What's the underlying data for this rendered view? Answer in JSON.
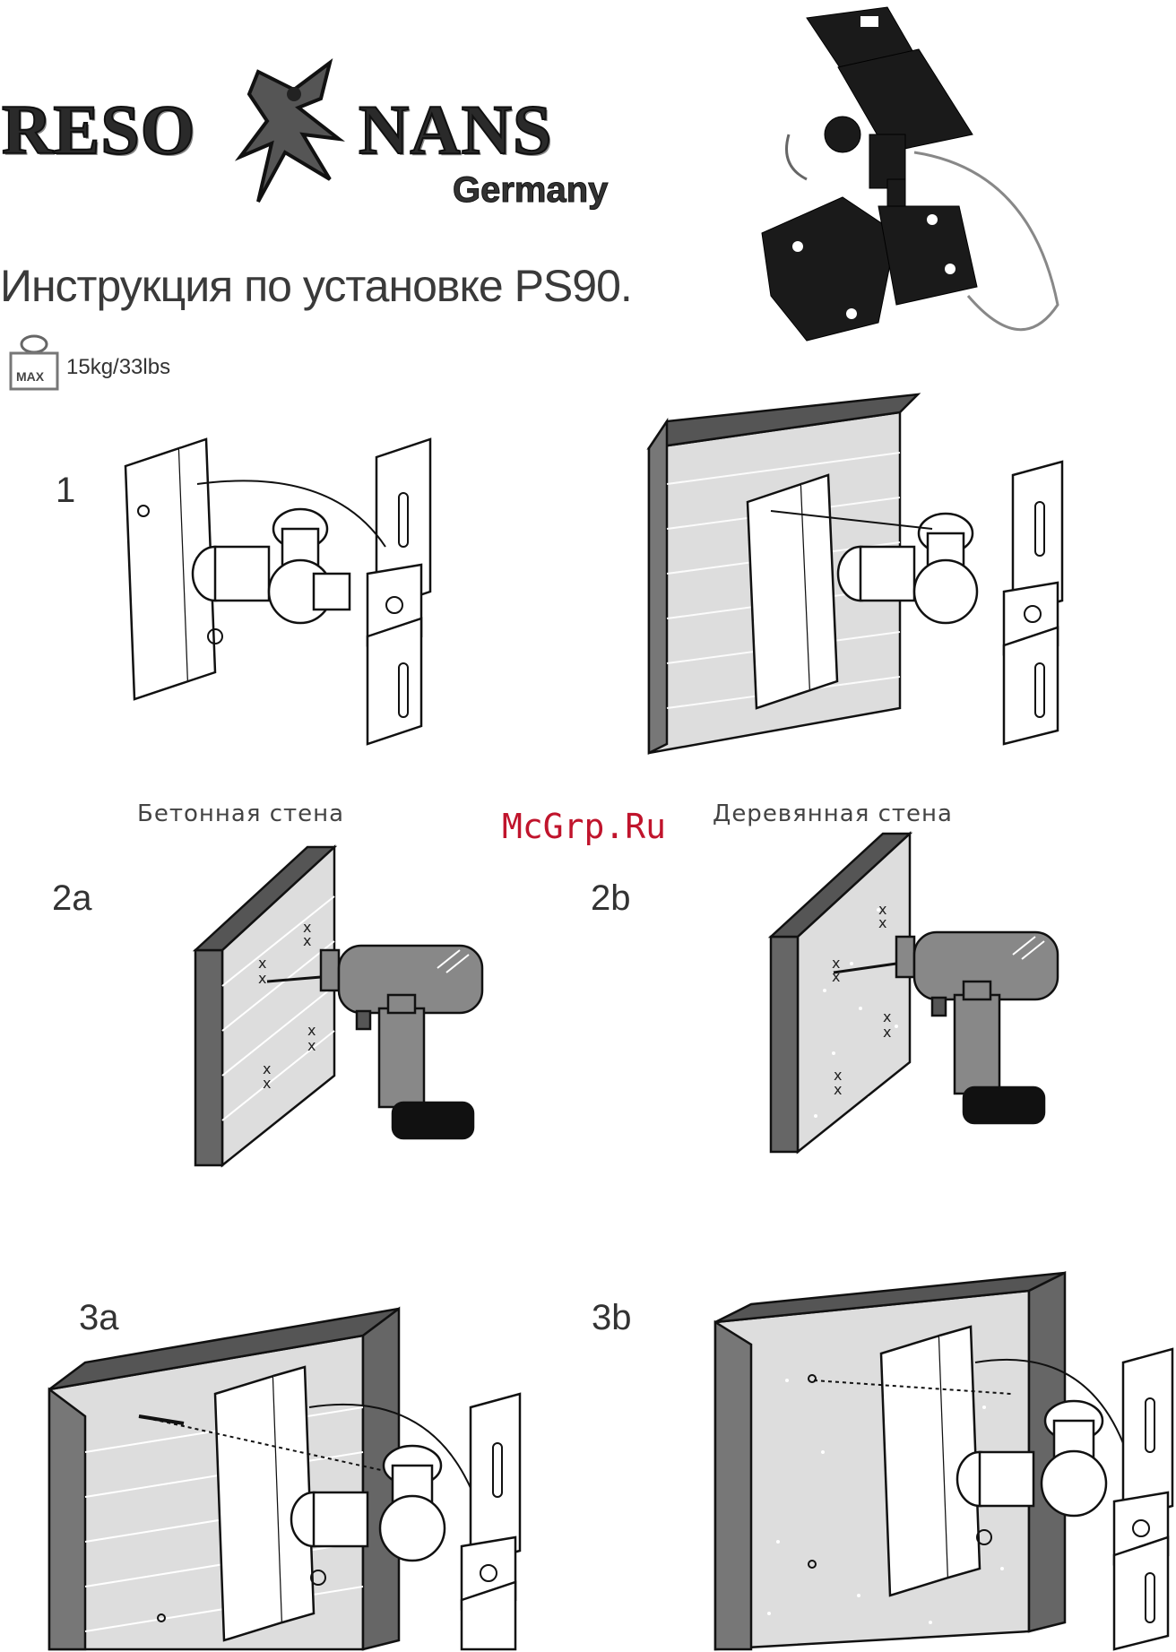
{
  "logo": {
    "part1": "RESO",
    "part2": "NANS",
    "subtitle": "Germany"
  },
  "title": "Инструкция по установке PS90.",
  "max_badge": {
    "icon_text": "MAX",
    "weight": "15kg/33lbs"
  },
  "watermark": "McGrp.Ru",
  "steps": {
    "s1": "1",
    "s2a": "2a",
    "s2b": "2b",
    "s3a": "3a",
    "s3b": "3b"
  },
  "captions": {
    "concrete": "Бетонная стена",
    "wood": "Деревянная стена"
  }
}
